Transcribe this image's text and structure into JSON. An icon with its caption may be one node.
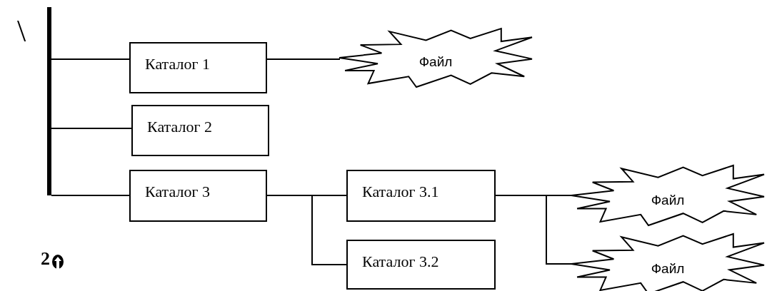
{
  "diagram": {
    "nodes": [
      {
        "text": [],
        "shape": "bar",
        "beside": [
          "\\"
        ]
      },
      {
        "text": [
          "Каталог 1"
        ]
      },
      {
        "text": [
          "Каталог 2"
        ]
      },
      {
        "text": [
          "Каталог 3"
        ]
      },
      {
        "text": [
          "Каталог 3.1"
        ]
      },
      {
        "text": [
          "Каталог 3.2"
        ]
      },
      {
        "text": [
          "Файл"
        ]
      },
      {
        "text": [
          "Файл"
        ]
      },
      {
        "text": [
          "Файл"
        ]
      }
    ],
    "edges": [
      {
        "from": 0,
        "to": 1,
        "arrow": "none"
      },
      {
        "from": 0,
        "to": 2,
        "arrow": "none"
      },
      {
        "from": 0,
        "to": 3,
        "arrow": "none"
      },
      {
        "from": 1,
        "to": 6,
        "arrow": "none"
      },
      {
        "from": 3,
        "to": 4,
        "arrow": "none"
      },
      {
        "from": 3,
        "to": 5,
        "arrow": "none"
      },
      {
        "from": 4,
        "to": 7,
        "arrow": "none"
      },
      {
        "from": 4,
        "to": 8,
        "arrow": "none"
      }
    ],
    "labels": [
      "2"
    ]
  }
}
